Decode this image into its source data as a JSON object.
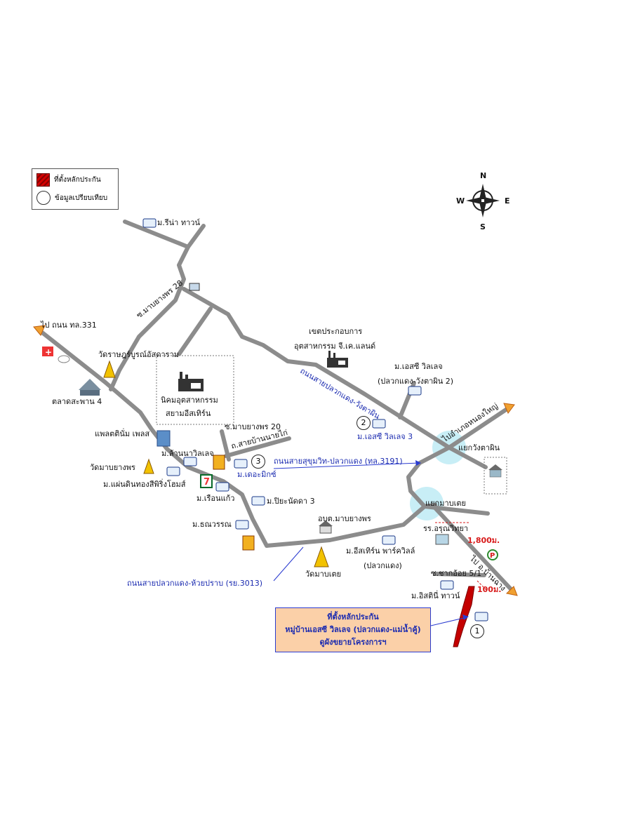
{
  "legend": {
    "project_site": "ที่ตั้งหลักประกัน",
    "comparables": "ข้อมูลเปรียบเทียบ"
  },
  "compass": {
    "n": "N",
    "s": "S",
    "e": "E",
    "w": "W"
  },
  "labels": {
    "rina_town": "ม.รีน่า ทาวน์",
    "soi_mabyangporn_28": "ซ.มาบยางพร 28",
    "to_road_331": "ไป ถนน ทล.331",
    "wat_rat_buran": "วัดราษฎร์บูรณ์อัสดาราม",
    "talad_saphan_4": "ตลาดสะพาน 4",
    "ind_estate_line1": "นิคมอุตสาหกรรม",
    "ind_estate_line2": "สยามอีสเทิร์น",
    "jk_land_line1": "เขตประกอบการ",
    "jk_land_line2": "อุตสาหกรรม จี.เค.แลนด์",
    "sc_village_line1": "ม.เอสซี วิลเลจ",
    "sc_village_line2": "(ปลวกแดง-วังตาผิน 2)",
    "road_pluakdaeng_wangtaphin": "ถนนสายปลวกแดง-วังตาผิน",
    "to_nong_yai": "ไปอำเภอหนองใหญ่",
    "sc_village_3": "ม.เอสซี วิลเลจ 3",
    "yaek_wangtaphin": "แยกวังตาผิน",
    "platinum_place": "แพลตตินั่ม เพลส",
    "soi_mabyangporn_20": "ซ.มาบยางพร 20",
    "road_sai_ban_nai": "ถ.สายบ้านนายไก่",
    "lanna_village": "ม.ล้านนาวิลเลจ",
    "wat_mabyangporn": "วัดมาบยางพร",
    "the_mix": "ม.เดอะมิกซ์",
    "road_3191": "ถนนสายสุขุมวิท-ปลวกแดง (ทล.3191)",
    "phaendin_thong": "ม.แผ่นดินทองสีพิริ่งโฮมส์",
    "ruan_kaew": "ม.เรือนแก้ว",
    "piya_nadda": "ม.ปิยะนัดดา 3",
    "yaek_mab_toey": "แยกมาบเตย",
    "thanawan": "ม.ธณวรรณ",
    "obt_mabyangporn": "อบต.มาบยางพร",
    "school": "รร.อรุณวิทยา",
    "dist_1800": "1,800ม.",
    "eastern_paradise_line1": "ม.อีสเทิร์น พาร์ควิลล์",
    "eastern_paradise_line2": "(ปลวกแดง)",
    "to_ban_chang": "ไป อ.บ้านฉาง",
    "road_3013": "ถนนสายปลวกแดง-ห้วยปราบ (รย.3013)",
    "wat_mab_toey": "วัดมาบเตย",
    "soi_chak_oi": "ซ.ชากอ้อย 5/1",
    "dist_100": "100ม.",
    "estini_town": "ม.อิสตินี่ ทาวน์",
    "site_box_line1": "ที่ตั้งหลักประกัน",
    "site_box_line2": "หมู่บ้านเอสซี วิลเลจ (ปลวกแดง-แม่น้ำคู้)",
    "site_box_line3": "ดูผังขยายโครงการฯ",
    "num_1": "1",
    "num_2": "2",
    "num_3": "3"
  },
  "icons": {
    "seven_eleven": "7",
    "ptt_symbol": "P"
  },
  "colors": {
    "road": "#8c8c8c",
    "road_label_blue": "#1b2bb0",
    "site_red": "#c40000",
    "arrow_orange": "#f0a030",
    "intersection": "#c8eef6"
  }
}
